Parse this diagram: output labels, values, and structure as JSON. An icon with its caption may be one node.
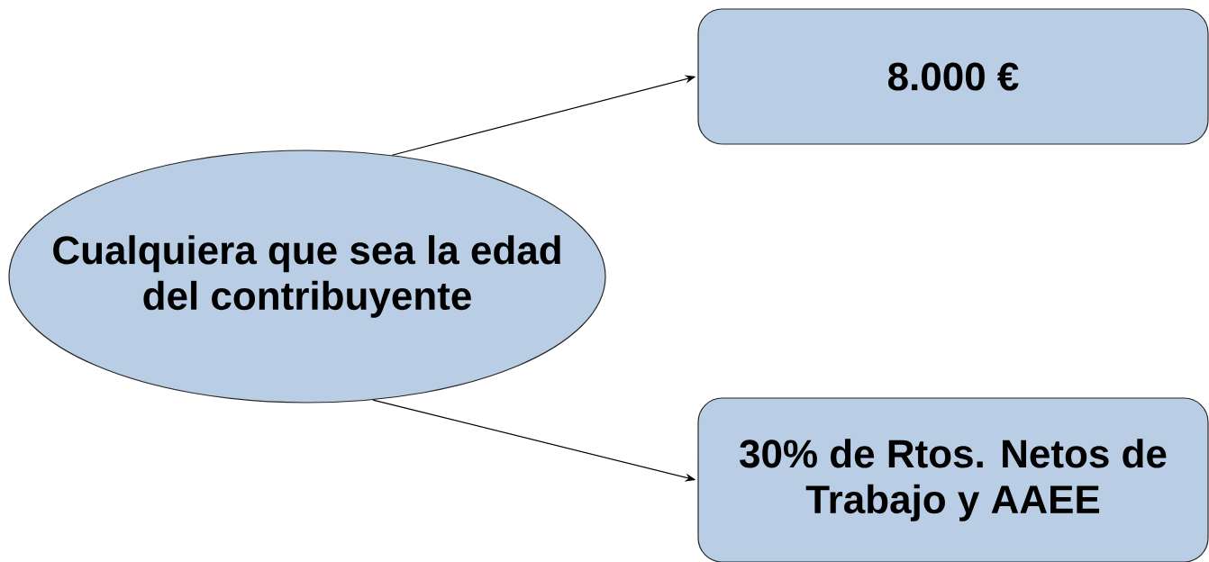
{
  "diagram": {
    "nodes": [
      {
        "text": [
          "Cualquiera que sea la edad del contribuyente"
        ]
      },
      {
        "text": [
          "8.000 €"
        ]
      },
      {
        "text": [
          "30% de Rtos. Netos de Trabajo y AAEE"
        ]
      }
    ],
    "edges": [
      {
        "from": 0,
        "to": 1,
        "arrow": "to"
      },
      {
        "from": 0,
        "to": 2,
        "arrow": "to"
      }
    ]
  }
}
